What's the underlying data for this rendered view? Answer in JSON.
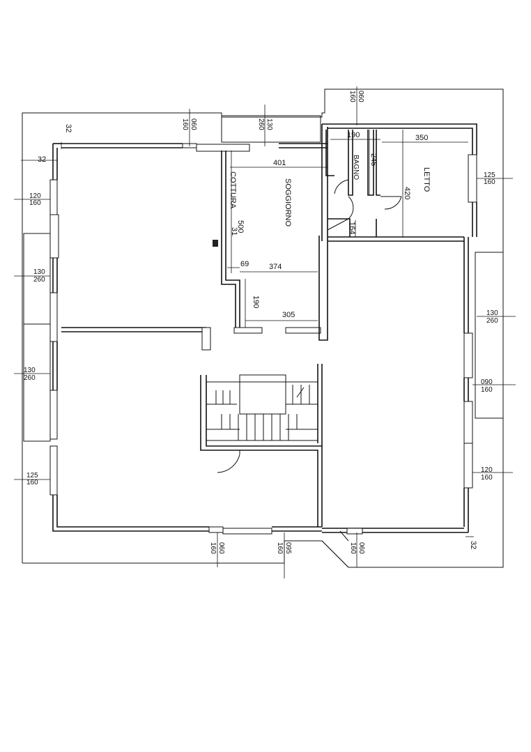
{
  "rooms": {
    "soggiorno": "SOGGIORNO",
    "cottura": "COTTURA",
    "bagno": "BAGNO",
    "letto": "LETTO"
  },
  "dimensions": {
    "d401": "401",
    "d190_bagno": "190",
    "d350": "350",
    "d245": "245",
    "d420": "420",
    "d164": "164",
    "d500": "500",
    "d31": "31",
    "d69": "69",
    "d374": "374",
    "d190_left": "190",
    "d305": "305",
    "d32_top": "32",
    "d32_left": "32",
    "d32_bottom": "32"
  },
  "openings": {
    "top_a": [
      "060",
      "160"
    ],
    "top_b": [
      "130",
      "260"
    ],
    "top_c": [
      "060",
      "160"
    ],
    "left_a": [
      "120",
      "160"
    ],
    "left_b": [
      "130",
      "260"
    ],
    "left_c": [
      "130",
      "260"
    ],
    "left_d": [
      "125",
      "160"
    ],
    "right_a": [
      "125",
      "160"
    ],
    "right_b": [
      "130",
      "260"
    ],
    "right_c": [
      "090",
      "160"
    ],
    "right_d": [
      "120",
      "160"
    ],
    "bottom_a": [
      "060",
      "160"
    ],
    "bottom_b": [
      "095",
      "160"
    ],
    "bottom_c": [
      "060",
      "160"
    ]
  }
}
